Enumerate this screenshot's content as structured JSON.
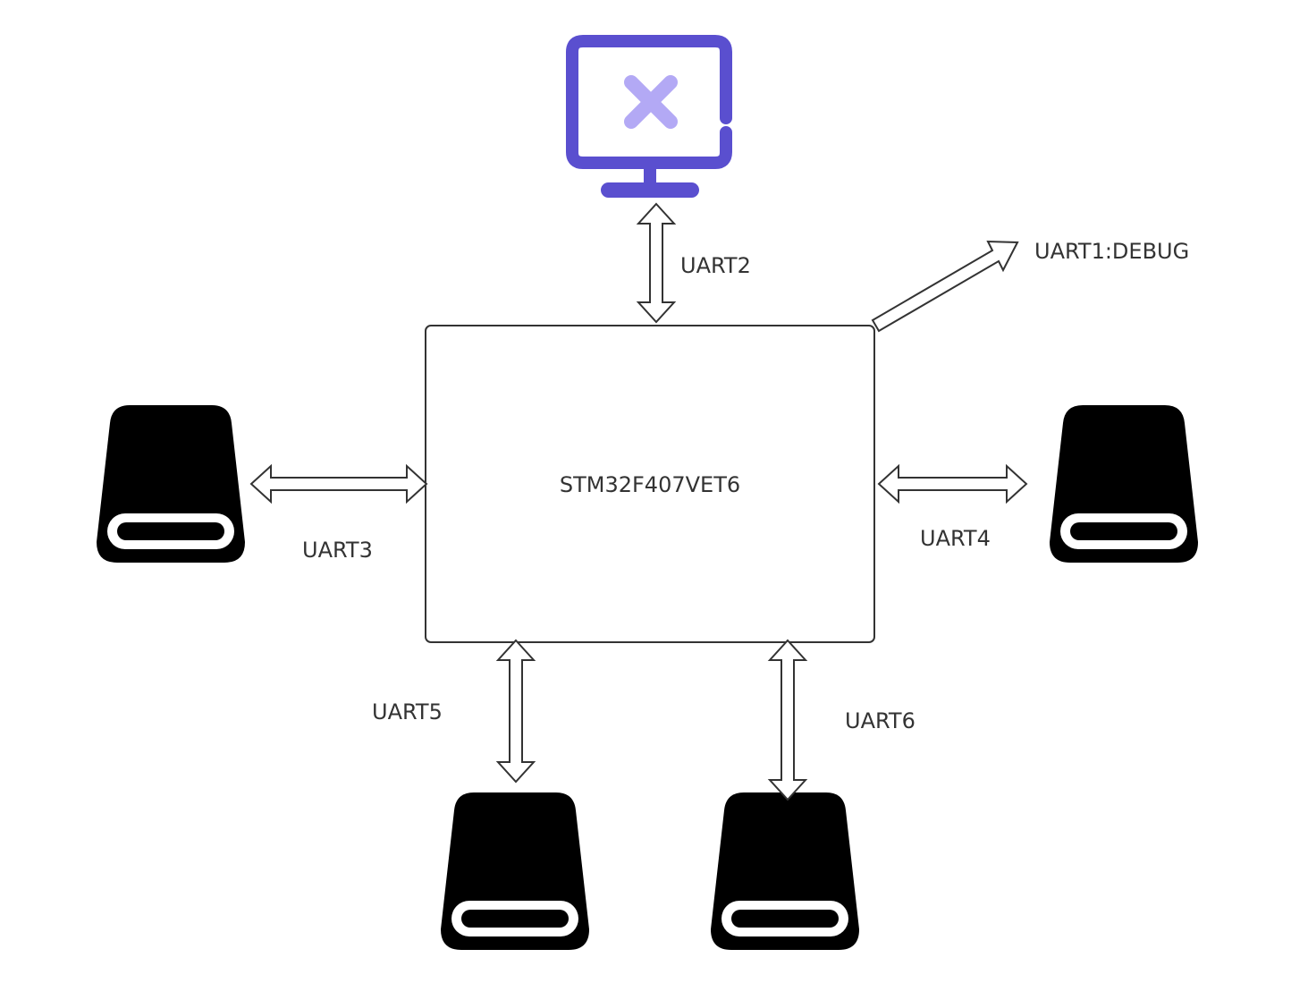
{
  "mcu": {
    "label": "STM32F407VET6"
  },
  "links": {
    "uart1": "UART1:DEBUG",
    "uart2": "UART2",
    "uart3": "UART3",
    "uart4": "UART4",
    "uart5": "UART5",
    "uart6": "UART6"
  },
  "icons": {
    "monitor": "monitor-error-icon",
    "drive": "storage-drive-icon"
  },
  "colors": {
    "monitor_frame": "#5a4fcf",
    "monitor_x": "#b3a9f5",
    "drive_fill": "#000000",
    "line": "#333333"
  }
}
